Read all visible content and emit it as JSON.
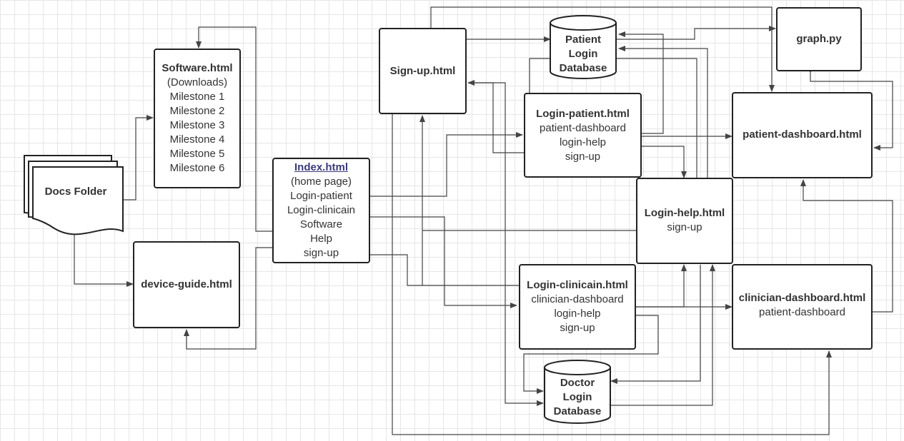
{
  "nodes": {
    "software": {
      "title": "Software.html",
      "lines": [
        "(Downloads)",
        "Milestone 1",
        "Milestone 2",
        "Milestone 3",
        "Milestone 4",
        "Milestone 5",
        "Milestone 6"
      ]
    },
    "docs": {
      "title": "Docs Folder"
    },
    "device_guide": {
      "title": "device-guide.html"
    },
    "index": {
      "title": "Index.html",
      "lines": [
        "(home page)",
        "Login-patient",
        "Login-clinicain",
        "Software",
        "Help",
        "sign-up"
      ]
    },
    "signup": {
      "title": "Sign-up.html"
    },
    "patient_db": {
      "lines": [
        "Patient",
        "Login",
        "Database"
      ]
    },
    "graph": {
      "title": "graph.py"
    },
    "login_patient": {
      "title": "Login-patient.html",
      "lines": [
        "patient-dashboard",
        "login-help",
        "sign-up"
      ]
    },
    "patient_dashboard": {
      "title": "patient-dashboard.html"
    },
    "login_help": {
      "title": "Login-help.html",
      "lines": [
        "sign-up"
      ]
    },
    "login_clinician": {
      "title": "Login-clinicain.html",
      "lines": [
        "clinician-dashboard",
        "login-help",
        "sign-up"
      ]
    },
    "clinician_dashboard": {
      "title": "clinician-dashboard.html",
      "lines": [
        "patient-dashboard"
      ]
    },
    "doctor_db": {
      "lines": [
        "Doctor",
        "Login",
        "Database"
      ]
    }
  },
  "colors": {
    "line": "#444444",
    "border": "#222222",
    "grid": "#e6e6e6"
  }
}
